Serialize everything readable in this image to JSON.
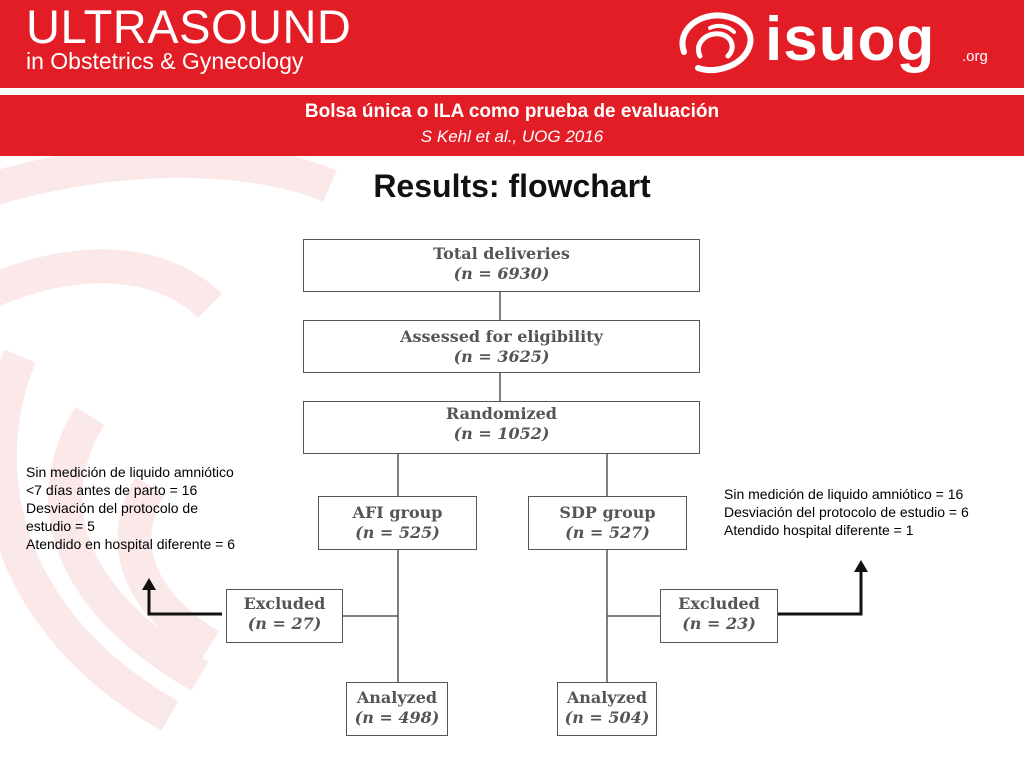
{
  "header": {
    "journal_line1": "ULTRASOUND",
    "journal_line2": "in Obstetrics & Gynecology",
    "logo_text": "isuog",
    "logo_domain": ".org",
    "brand_color": "#e31d25"
  },
  "slide": {
    "title": "Bolsa única o ILA como prueba de evaluación",
    "citation": "S Kehl et al., UOG 2016",
    "heading": "Results: flowchart"
  },
  "flowchart": {
    "total": {
      "label": "Total deliveries",
      "n": "(n = 6930)"
    },
    "assessed": {
      "label": "Assessed for eligibility",
      "n": "(n = 3625)"
    },
    "randomized": {
      "label": "Randomized",
      "n": "(n = 1052)"
    },
    "afi_group": {
      "label": "AFI group",
      "n": "(n = 525)"
    },
    "sdp_group": {
      "label": "SDP group",
      "n": "(n = 527)"
    },
    "afi_excluded": {
      "label": "Excluded",
      "n": "(n = 27)"
    },
    "sdp_excluded": {
      "label": "Excluded",
      "n": "(n = 23)"
    },
    "afi_analyzed": {
      "label": "Analyzed",
      "n": "(n = 498)"
    },
    "sdp_analyzed": {
      "label": "Analyzed",
      "n": "(n = 504)"
    }
  },
  "notes": {
    "left": [
      "Sin medición de liquido amniótico",
      "<7 días antes de parto = 16",
      "Desviación del protocolo de",
      "estudio = 5",
      "Atendido en hospital diferente = 6"
    ],
    "right": [
      "Sin medición de liquido amniótico = 16",
      "Desviación del protocolo de estudio = 6",
      "Atendido hospital diferente = 1"
    ]
  }
}
